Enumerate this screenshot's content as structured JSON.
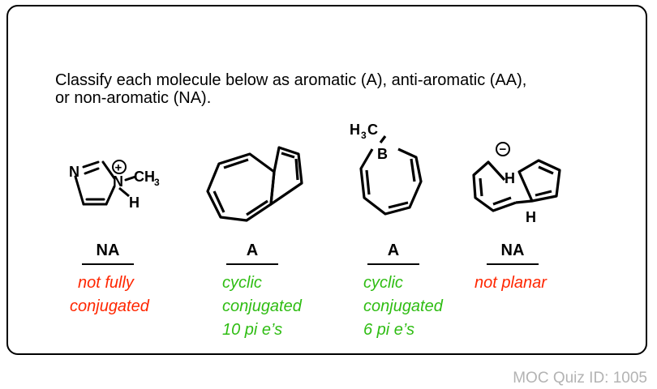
{
  "question": {
    "line1": "Classify each molecule below as aromatic (A), anti-aromatic (AA),",
    "line2": "or non-aromatic (NA)."
  },
  "molecules": [
    {
      "atoms": {
        "n1": "N",
        "n2": "N",
        "charge": "+",
        "methyl": "CH",
        "methyl_sub": "3",
        "h": "H"
      },
      "answer": "NA",
      "reasons": [
        "not fully",
        "conjugated"
      ],
      "reason_color": "#ff2600"
    },
    {
      "answer": "A",
      "reasons": [
        "cyclic",
        "conjugated",
        "10 pi e’s"
      ],
      "reason_color": "#2fbd13"
    },
    {
      "atoms": {
        "b": "B",
        "methyl": "H",
        "methyl_sub": "3",
        "methyl_c": "C"
      },
      "answer": "A",
      "reasons": [
        "cyclic",
        "conjugated",
        "6 pi e’s"
      ],
      "reason_color": "#2fbd13"
    },
    {
      "atoms": {
        "charge": "−",
        "h1": "H",
        "h2": "H"
      },
      "answer": "NA",
      "reasons": [
        "not planar"
      ],
      "reason_color": "#ff2600"
    }
  ],
  "footer": "MOC Quiz ID: 1005"
}
